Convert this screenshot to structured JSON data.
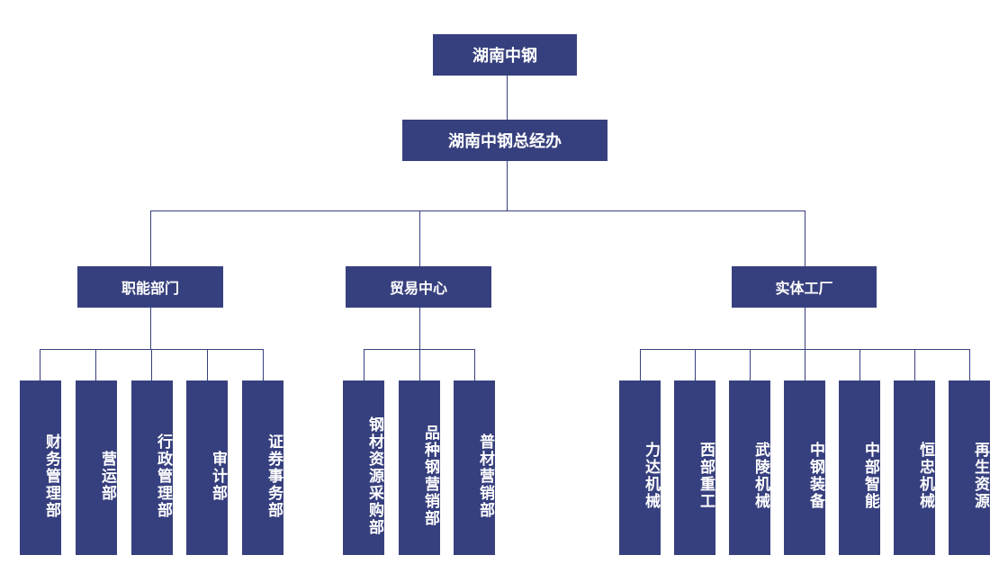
{
  "root": "湖南中钢",
  "office": "湖南中钢总经办",
  "branches": [
    {
      "label": "职能部门",
      "children": [
        "财务管理部",
        "营运部",
        "行政管理部",
        "审计部",
        "证券事务部"
      ]
    },
    {
      "label": "贸易中心",
      "children": [
        "钢材资源采购部",
        "品种钢营销部",
        "普材营销部"
      ]
    },
    {
      "label": "实体工厂",
      "children": [
        "力达机械",
        "西部重工",
        "武陵机械",
        "中钢装备",
        "中部智能",
        "恒忠机械",
        "再生资源"
      ]
    }
  ],
  "colors": {
    "box_fill": "#37407e",
    "text": "#ffffff",
    "line": "#37407e"
  }
}
